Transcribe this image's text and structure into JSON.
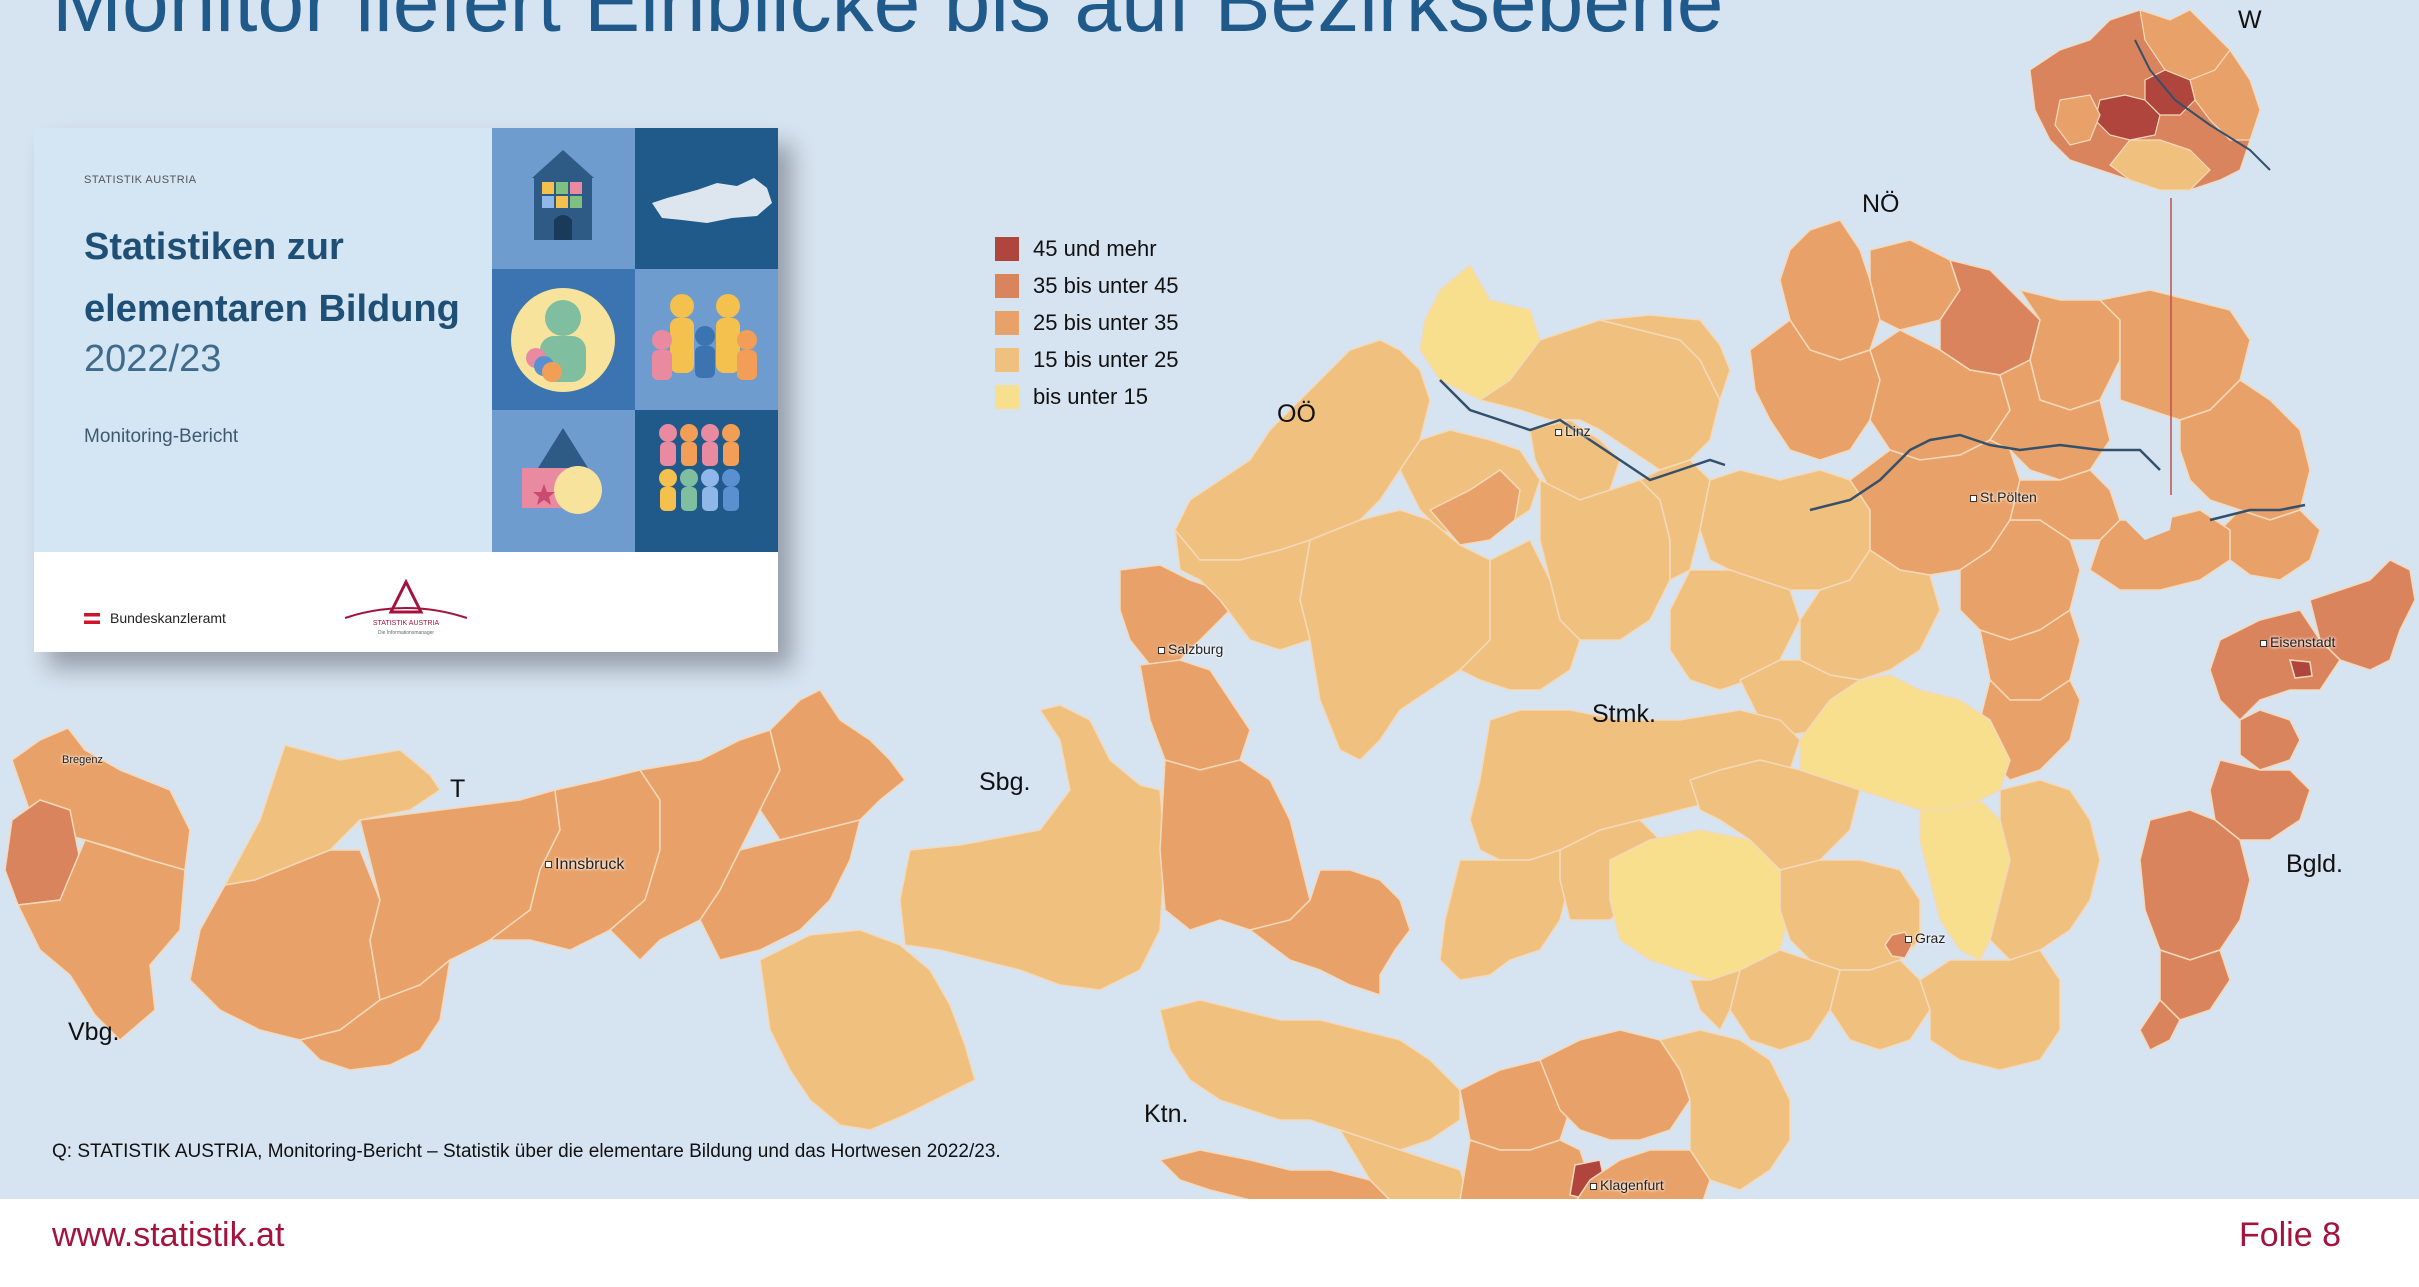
{
  "title": "Monitor liefert Einblicke bis auf Bezirksebene",
  "legend": [
    {
      "label": "45 und mehr",
      "color": "#b0453d"
    },
    {
      "label": "35 bis unter 45",
      "color": "#d9845c"
    },
    {
      "label": "25 bis unter 35",
      "color": "#e8a168"
    },
    {
      "label": "15 bis unter 25",
      "color": "#f0c07e"
    },
    {
      "label": "bis unter 15",
      "color": "#f7df8e"
    }
  ],
  "regions": {
    "w": "W",
    "noe": "NÖ",
    "ooe": "OÖ",
    "stmk": "Stmk.",
    "sbg": "Sbg.",
    "t": "T",
    "vbg": "Vbg.",
    "ktn": "Ktn.",
    "bgld": "Bgld."
  },
  "cities": {
    "linz": "Linz",
    "st_poelten": "St.Pölten",
    "eisenstadt": "Eisenstadt",
    "salzburg": "Salzburg",
    "bregenz": "Bregenz",
    "innsbruck": "Innsbruck",
    "graz": "Graz",
    "klagenfurt": "Klagenfurt"
  },
  "cover": {
    "tag": "STATISTIK AUSTRIA",
    "title": "Statistiken zur elementaren Bildung",
    "year": "2022/23",
    "subtitle": "Monitoring-Bericht",
    "publisher": "Bundeskanzleramt",
    "logo_text": "STATISTIK AUSTRIA",
    "logo_tagline": "Die Informationsmanager"
  },
  "source": "Q: STATISTIK AUSTRIA, Monitoring-Bericht – Statistik über die elementare Bildung und das Hortwesen 2022/23.",
  "footer": {
    "url": "www.statistik.at",
    "slide": "Folie 8"
  }
}
